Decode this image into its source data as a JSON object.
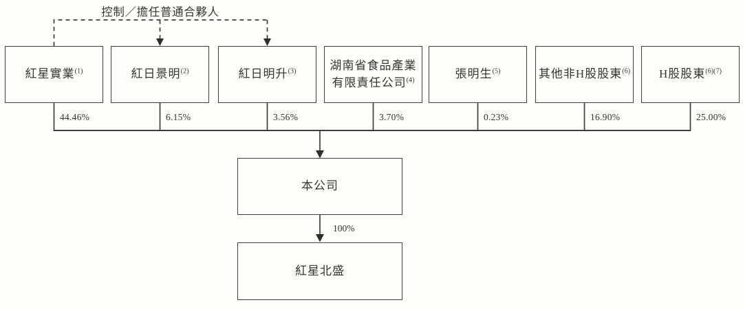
{
  "diagram": {
    "title_semantic": "shareholding-structure-chart",
    "control_label": "控制／擔任普通合夥人",
    "shareholders": [
      {
        "name": "紅星實業",
        "note": "(1)",
        "percent": "44.46%"
      },
      {
        "name": "紅日景明",
        "note": "(2)",
        "percent": "6.15%"
      },
      {
        "name": "紅日明升",
        "note": "(3)",
        "percent": "3.56%"
      },
      {
        "name": "湖南省食品產業有限責任公司",
        "note": "(4)",
        "percent": "3.70%"
      },
      {
        "name": "張明生",
        "note": "(5)",
        "percent": "0.23%"
      },
      {
        "name": "其他非H股股東",
        "note": "(6)",
        "percent": "16.90%"
      },
      {
        "name": "H股股東",
        "note": "(6)(7)",
        "percent": "25.00%"
      }
    ],
    "company": {
      "name": "本公司"
    },
    "subsidiary": {
      "name": "紅星北盛",
      "ownership_percent": "100%"
    },
    "colors": {
      "line": "#3e3e3e",
      "text": "#353535",
      "background": "#fdfdfc"
    }
  }
}
